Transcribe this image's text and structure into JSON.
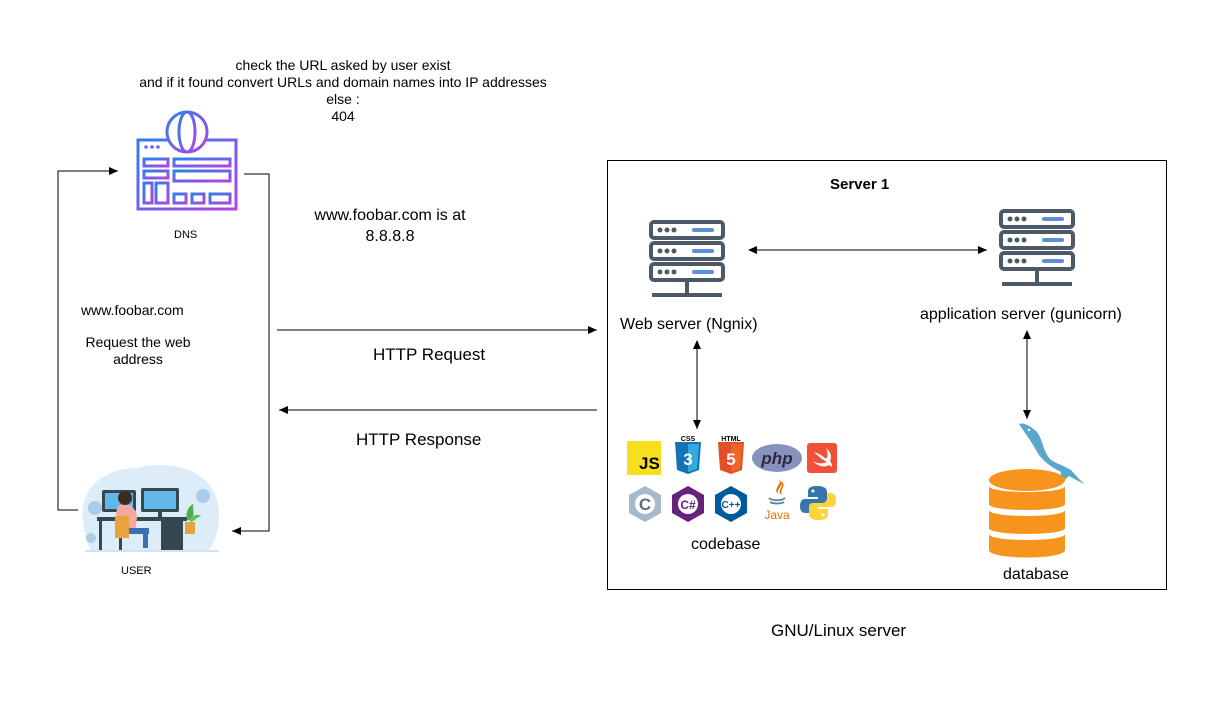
{
  "dns_note": {
    "line1": "check the URL asked by user exist",
    "line2": "and if it found convert URLs and domain names into IP addresses",
    "line3": "else :",
    "line4": "404"
  },
  "dns_label": "DNS",
  "dns_answer": {
    "line1": "www.foobar.com is at",
    "line2": "8.8.8.8"
  },
  "user_request": {
    "domain": "www.foobar.com",
    "line1": "Request the web",
    "line2": "address"
  },
  "user_label": "USER",
  "http_request": "HTTP Request",
  "http_response": "HTTP Response",
  "server": {
    "title": "Server 1",
    "web_server": "Web server (Ngnix)",
    "app_server": "application server (gunicorn)",
    "codebase": "codebase",
    "database": "database",
    "caption": "GNU/Linux server"
  },
  "code_logos": {
    "js": "JS",
    "css": "CSS",
    "css_num": "3",
    "html": "HTML",
    "html_num": "5",
    "php": "php",
    "c": "C",
    "csharp": "C#",
    "cpp": "C++",
    "java": "Java"
  },
  "colors": {
    "dns_gradient_start": "#2f80ed",
    "dns_gradient_end": "#b044e0",
    "server_icon": "#4d5966",
    "server_slot": "#5b8fd6",
    "database": "#f7941d",
    "dolphin": "#5aa7cc"
  }
}
